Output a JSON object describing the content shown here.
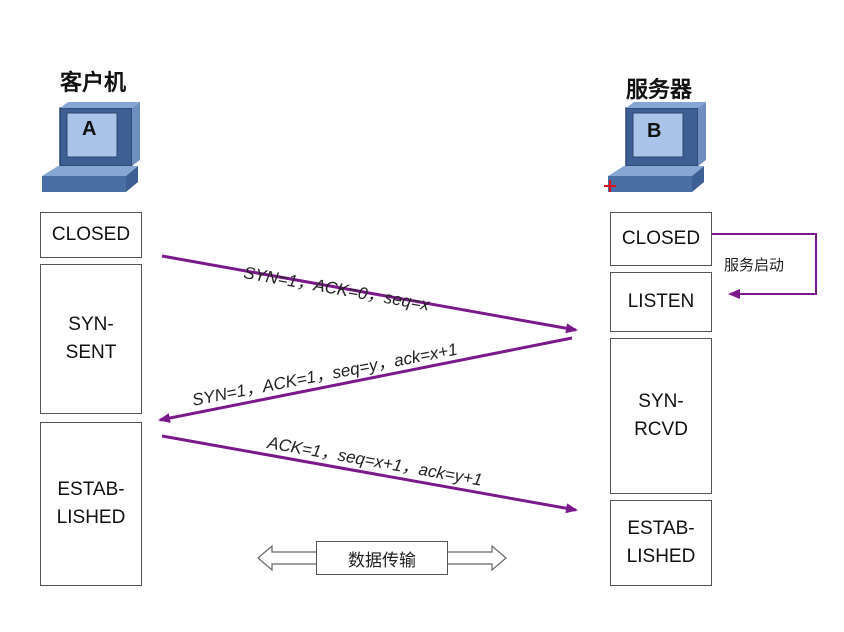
{
  "client": {
    "title": "客户机",
    "icon_letter": "A"
  },
  "server": {
    "title": "服务器",
    "icon_letter": "B"
  },
  "client_states": [
    "CLOSED",
    "SYN-\nSENT",
    "ESTAB-\nLISHED"
  ],
  "server_states": [
    "CLOSED",
    "LISTEN",
    "SYN-\nRCVD",
    "ESTAB-\nLISHED"
  ],
  "messages": [
    "SYN=1，ACK=0，seq=x",
    "SYN=1，ACK=1，seq=y，ack=x+1",
    "ACK=1，seq=x+1，ack=y+1"
  ],
  "server_note": "服务启动",
  "data_transfer": "数据传输",
  "colors": {
    "arrow": "#7a1a8a",
    "note_arrow": "#7a1a8a",
    "monitor": "#4a6fa5",
    "monitor_light": "#a9c4e8"
  }
}
